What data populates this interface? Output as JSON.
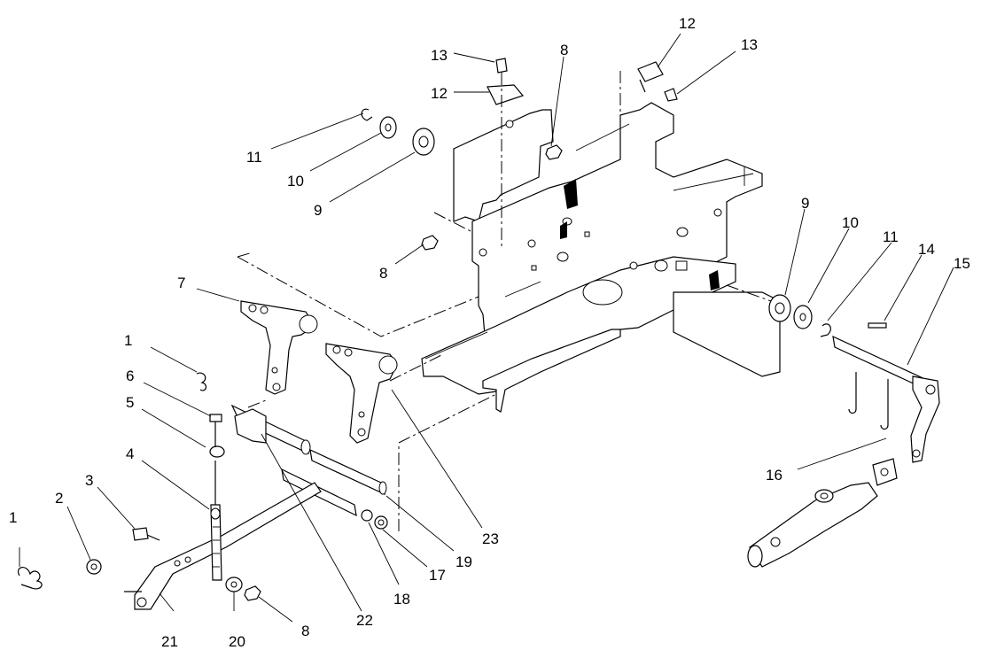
{
  "callouts": [
    {
      "id": "c1a",
      "text": "1"
    },
    {
      "id": "c1b",
      "text": "1"
    },
    {
      "id": "c2",
      "text": "2"
    },
    {
      "id": "c3",
      "text": "3"
    },
    {
      "id": "c4",
      "text": "4"
    },
    {
      "id": "c5",
      "text": "5"
    },
    {
      "id": "c6",
      "text": "6"
    },
    {
      "id": "c7",
      "text": "7"
    },
    {
      "id": "c8a",
      "text": "8"
    },
    {
      "id": "c8b",
      "text": "8"
    },
    {
      "id": "c8c",
      "text": "8"
    },
    {
      "id": "c9a",
      "text": "9"
    },
    {
      "id": "c9b",
      "text": "9"
    },
    {
      "id": "c10a",
      "text": "10"
    },
    {
      "id": "c10b",
      "text": "10"
    },
    {
      "id": "c11a",
      "text": "11"
    },
    {
      "id": "c11b",
      "text": "11"
    },
    {
      "id": "c12a",
      "text": "12"
    },
    {
      "id": "c12b",
      "text": "12"
    },
    {
      "id": "c13a",
      "text": "13"
    },
    {
      "id": "c13b",
      "text": "13"
    },
    {
      "id": "c14",
      "text": "14"
    },
    {
      "id": "c15",
      "text": "15"
    },
    {
      "id": "c16",
      "text": "16"
    },
    {
      "id": "c17",
      "text": "17"
    },
    {
      "id": "c18",
      "text": "18"
    },
    {
      "id": "c19",
      "text": "19"
    },
    {
      "id": "c20",
      "text": "20"
    },
    {
      "id": "c21",
      "text": "21"
    },
    {
      "id": "c22",
      "text": "22"
    },
    {
      "id": "c23",
      "text": "23"
    }
  ]
}
